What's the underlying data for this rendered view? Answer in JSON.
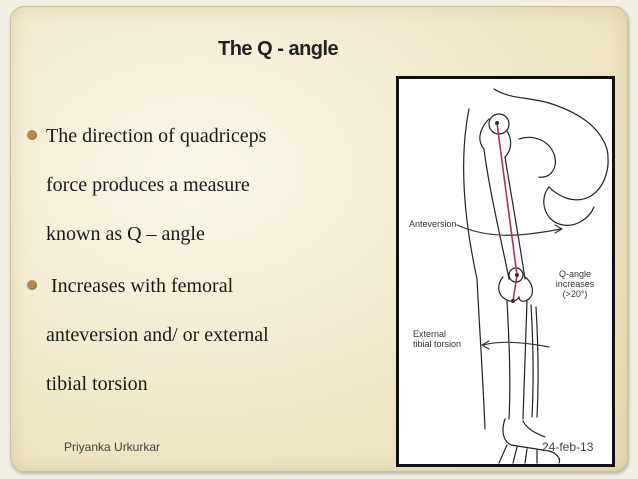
{
  "slide": {
    "title": "The Q - angle",
    "bullets": [
      {
        "lines": [
          "The direction of quadriceps",
          "force produces a measure",
          "known as Q – angle"
        ]
      },
      {
        "lines": [
          " Increases with femoral",
          "anteversion and/ or external",
          "tibial torsion"
        ]
      }
    ],
    "footer_author": "Priyanka Urkurkar",
    "footer_date": "24-feb-13"
  },
  "figure": {
    "label_anteversion": "Anteversion",
    "label_qangle_1": "Q-angle",
    "label_qangle_2": "increases",
    "label_qangle_3": "(>20°)",
    "label_external_1": "External",
    "label_external_2": "tibial torsion",
    "line_color": "#b0305a"
  }
}
